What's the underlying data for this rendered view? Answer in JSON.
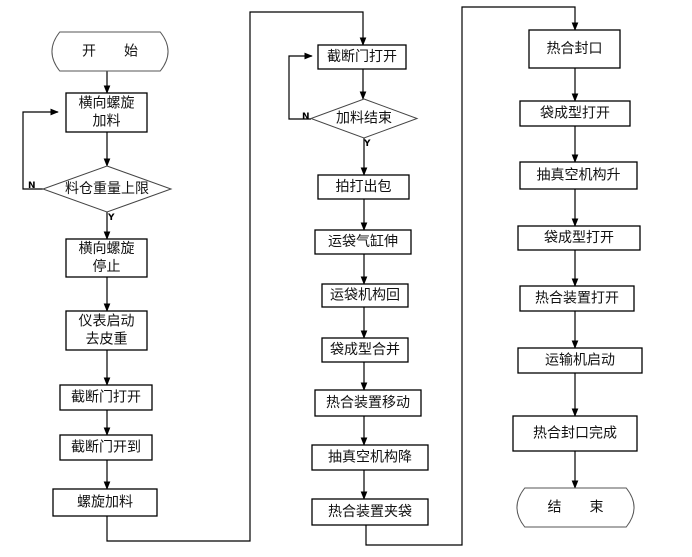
{
  "flowchart": {
    "column1": {
      "start": "开　　始",
      "spiral_feed": [
        "横向螺旋",
        "加料"
      ],
      "decision_bin_limit": "料仓重量上限",
      "spiral_stop": [
        "横向螺旋",
        "停止"
      ],
      "meter_tare": [
        "仪表启动",
        "去皮重"
      ],
      "gate_open": "截断门打开",
      "gate_open_reached": "截断门开到",
      "screw_feed": "螺旋加料"
    },
    "column2": {
      "gate_open": "截断门打开",
      "decision_feed_end": "加料结束",
      "pat_out_bag": "拍打出包",
      "bag_cylinder_extend": "运袋气缸伸",
      "bag_mechanism_return": "运袋机构回",
      "bag_forming_merge": "袋成型合并",
      "heat_seal_move": "热合装置移动",
      "vacuum_lower": "抽真空机构降",
      "heat_seal_clamp": "热合装置夹袋"
    },
    "column3": {
      "heat_seal": "热合封口",
      "bag_forming_open_1": "袋成型打开",
      "vacuum_raise": "抽真空机构升",
      "bag_forming_open_2": "袋成型打开",
      "heat_seal_open": "热合装置打开",
      "conveyor_start": "运输机启动",
      "heat_seal_done": "热合封口完成",
      "end": "结　　束"
    },
    "branch_no": "N",
    "branch_yes": "Y"
  }
}
